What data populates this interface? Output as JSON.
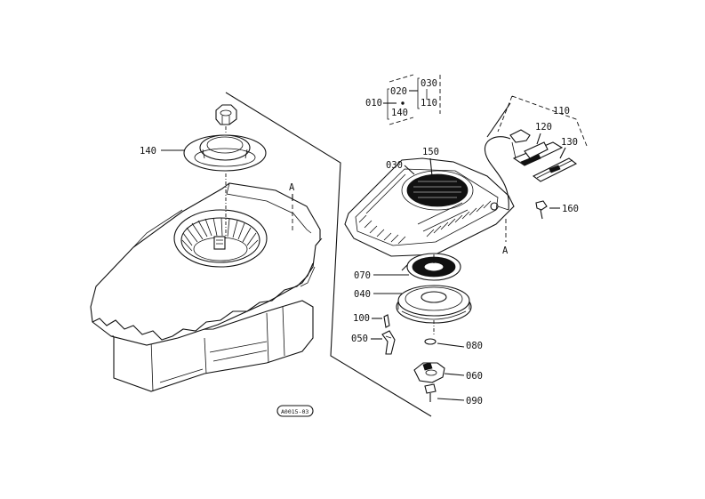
{
  "parts": {
    "p010": "010",
    "p020": "020",
    "p030_top": "030",
    "p140_top": "140",
    "p110_top": "110",
    "p030": "030",
    "p150": "150",
    "p110": "110",
    "p120": "120",
    "p130": "130",
    "p140": "140",
    "p160": "160",
    "p070": "070",
    "p040": "040",
    "p100": "100",
    "p050": "050",
    "p080": "080",
    "p060": "060",
    "p090": "090"
  },
  "markers": {
    "a_left": "A",
    "a_right": "A"
  },
  "drawing_code": "A0015-03"
}
